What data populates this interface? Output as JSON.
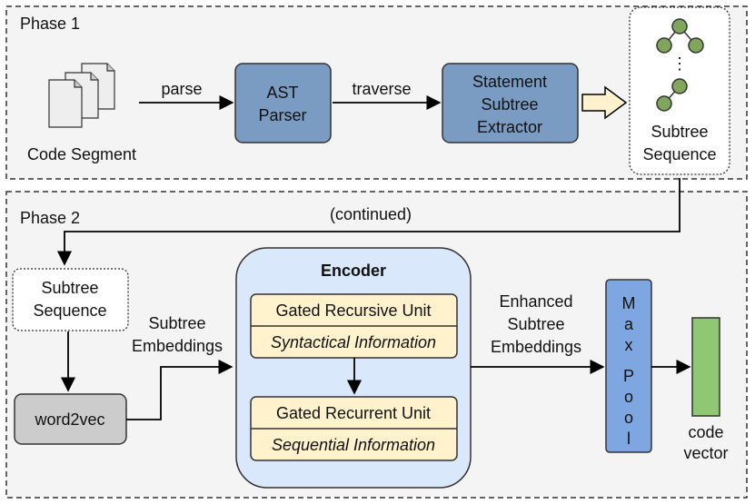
{
  "phase1": {
    "label": "Phase 1",
    "code_segment_label": "Code Segment",
    "parse_label": "parse",
    "ast_parser": [
      "AST",
      "Parser"
    ],
    "traverse_label": "traverse",
    "extractor": [
      "Statement",
      "Subtree",
      "Extractor"
    ],
    "subtree_sequence": [
      "Subtree",
      "Sequence"
    ],
    "ellipsis": "⋮"
  },
  "phase2": {
    "label": "Phase 2",
    "continued_label": "(continued)",
    "subtree_sequence": [
      "Subtree",
      "Sequence"
    ],
    "word2vec_label": "word2vec",
    "subtree_embeddings": [
      "Subtree",
      "Embeddings"
    ],
    "encoder": {
      "title": "Encoder",
      "recursive_unit": "Gated Recursive Unit",
      "recursive_info": "Syntactical Information",
      "recurrent_unit": "Gated Recurrent Unit",
      "recurrent_info": "Sequential Information"
    },
    "enhanced_embeddings": [
      "Enhanced",
      "Subtree",
      "Embeddings"
    ],
    "max_pool": [
      "M",
      "a",
      "x",
      "",
      "P",
      "o",
      "o",
      "l"
    ],
    "code_vector": [
      "code",
      "vector"
    ]
  },
  "colors": {
    "phase_bg": "#f4f4f4",
    "process_box": "#7a9cc3",
    "encoder_bg": "#d9e8fb",
    "unit_box": "#fff2cc",
    "maxpool": "#7ea6e0",
    "code_vector": "#8fc773",
    "word2vec": "#cccccc",
    "node": "#7fa65a",
    "block_arrow": "#fff2cc"
  }
}
